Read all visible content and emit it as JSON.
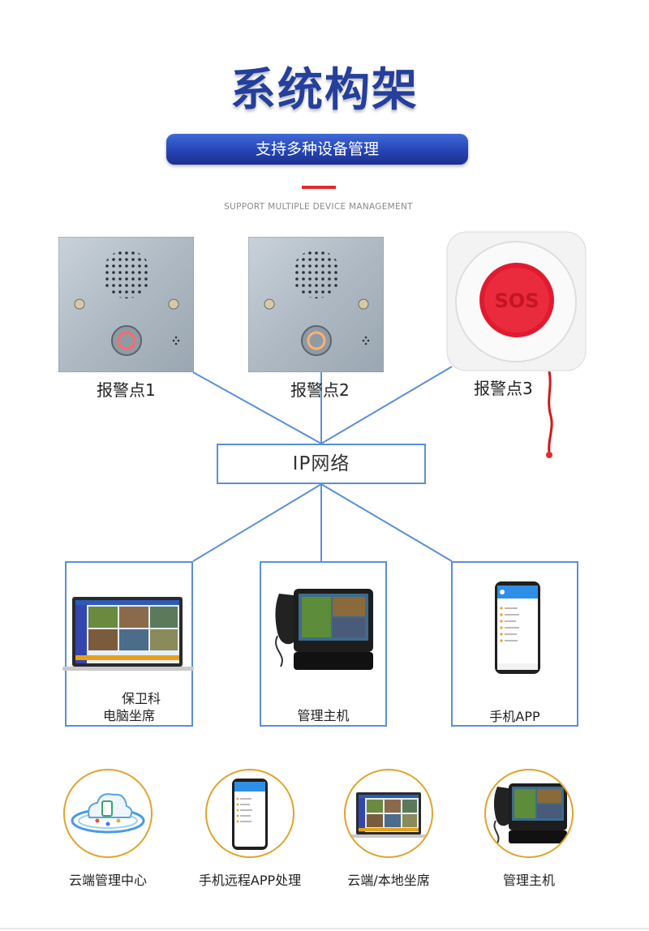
{
  "header": {
    "title": "系统构架",
    "banner": "支持多种设备管理",
    "subtitle": "SUPPORT MULTIPLE DEVICE MANAGEMENT"
  },
  "alarm_points": [
    {
      "label": "报警点1"
    },
    {
      "label": "报警点2"
    },
    {
      "label": "报警点3"
    }
  ],
  "sos_text": "SOS",
  "network": {
    "label": "IP网络"
  },
  "clients": [
    {
      "line1": "保卫科",
      "line2": "电脑坐席"
    },
    {
      "label": "管理主机"
    },
    {
      "label": "手机APP"
    }
  ],
  "features": [
    {
      "label": "云端管理中心"
    },
    {
      "label": "手机远程APP处理"
    },
    {
      "label": "云端/本地坐席"
    },
    {
      "label": "管理主机"
    }
  ],
  "colors": {
    "title": "#243f9c",
    "banner": "#2747b8",
    "accent_red": "#e02b2b",
    "line_blue": "#5b8fd8",
    "circle_border": "#e1a32c"
  }
}
